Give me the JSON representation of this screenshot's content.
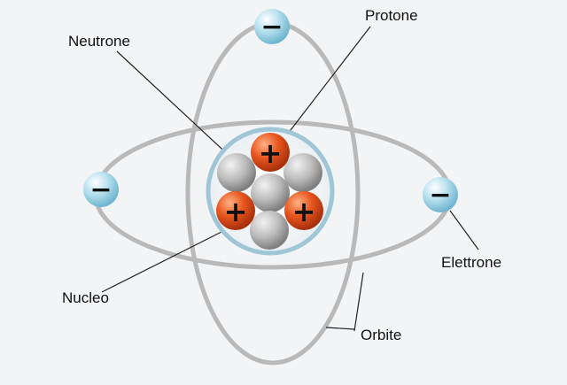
{
  "labels": {
    "neutrone": "Neutrone",
    "protone": "Protone",
    "elettrone": "Elettrone",
    "nucleo": "Nucleo",
    "orbite": "Orbite"
  },
  "signs": {
    "plus": "+",
    "minus": "−"
  },
  "colors": {
    "background": "#f3f4f6",
    "orbit": "#b9b9b9",
    "nucleus_ring": "#9ec6d6",
    "proton": "#e2521e",
    "neutron": "#b4b4b4",
    "electron": "#a9d8e8"
  },
  "particle_counts": {
    "protons": 3,
    "neutrons": 4,
    "electrons": 3
  }
}
